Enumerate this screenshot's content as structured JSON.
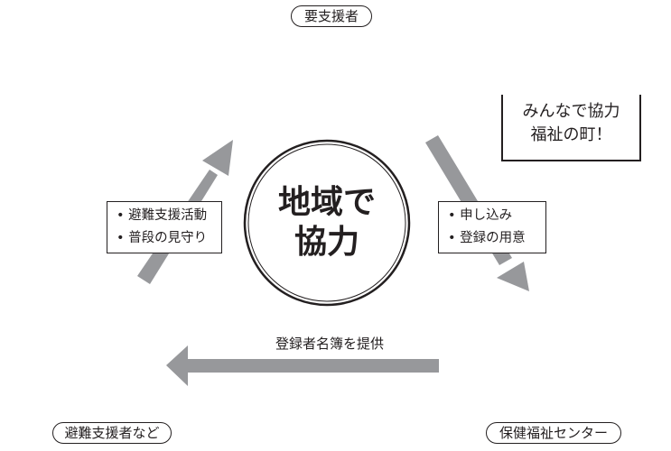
{
  "nodes": {
    "top": "要支援者",
    "bottom_left": "避難支援者など",
    "bottom_right": "保健福祉センター"
  },
  "center": {
    "line1": "地域で",
    "line2": "協力"
  },
  "slogan": {
    "line1": "みんなで協力",
    "line2": "福祉の町！"
  },
  "left_box": {
    "items": [
      "• 避難支援活動",
      "• 普段の見守り"
    ]
  },
  "right_box": {
    "items": [
      "• 申し込み",
      "• 登録の用意"
    ]
  },
  "bottom_arrow_label": "登録者名簿を提供",
  "colors": {
    "arrow": "#97989b",
    "ink": "#231f20"
  }
}
